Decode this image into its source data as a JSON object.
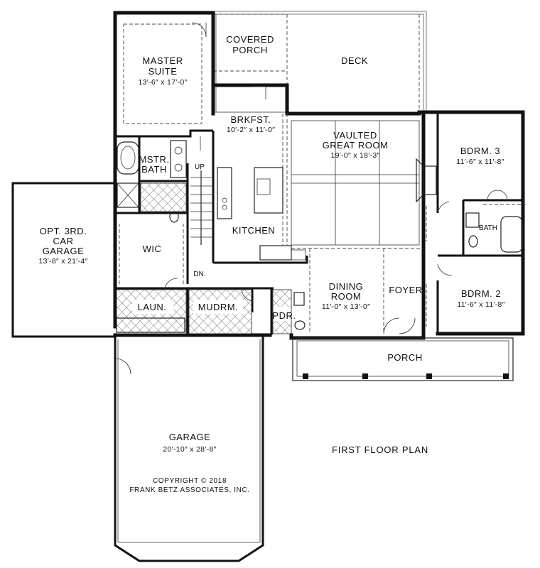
{
  "rooms": {
    "covered_porch": {
      "line1": "COVERED",
      "line2": "PORCH"
    },
    "deck": {
      "name": "DECK"
    },
    "master_suite": {
      "line1": "MASTER",
      "line2": "SUITE",
      "dim": "13′-6″ x 17′-0″"
    },
    "brkfst": {
      "name": "BRKFST.",
      "dim": "10′-2″ x 11′-0″"
    },
    "great_room": {
      "line1": "VAULTED",
      "line2": "GREAT ROOM",
      "dim": "19′-0″ x 18′-3″"
    },
    "bdrm3": {
      "name": "BDRM. 3",
      "dim": "11′-6″ x 11′-8″"
    },
    "mstr_bath": {
      "line1": "MSTR.",
      "line2": "BATH"
    },
    "up_label": "UP",
    "opt_garage": {
      "line1": "OPT. 3RD.",
      "line2": "CAR",
      "line3": "GARAGE",
      "dim": "13′-8″ x 21′-4″"
    },
    "kitchen": {
      "name": "KITCHEN"
    },
    "bath": {
      "name": "BATH"
    },
    "wic": {
      "name": "WIC"
    },
    "dn_label": "DN.",
    "dining": {
      "line1": "DINING",
      "line2": "ROOM",
      "dim": "11′-0″ x 13′-0″"
    },
    "foyer": {
      "name": "FOYER"
    },
    "bdrm2": {
      "name": "BDRM. 2",
      "dim": "11′-6″ x 11′-8″"
    },
    "laun": {
      "name": "LAUN."
    },
    "mudrm": {
      "name": "MUDRM."
    },
    "pdr": {
      "name": "PDR."
    },
    "porch": {
      "name": "PORCH"
    },
    "garage": {
      "name": "GARAGE",
      "dim": "20′-10″ x 28′-8″"
    }
  },
  "plan_title": "FIRST FLOOR PLAN",
  "copyright": {
    "line1": "COPYRIGHT © 2018",
    "line2": "FRANK BETZ ASSOCIATES, INC."
  },
  "colors": {
    "wall": "#111111",
    "background": "#ffffff"
  }
}
